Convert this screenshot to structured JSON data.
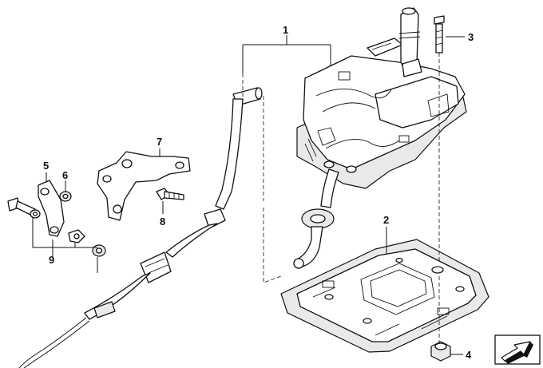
{
  "callouts": {
    "c1": "1",
    "c2": "2",
    "c3": "3",
    "c4": "4",
    "c5": "5",
    "c6": "6",
    "c7": "7",
    "c8": "8",
    "c9": "9"
  },
  "colors": {
    "ink": "#111111",
    "part_fill": "#ffffff",
    "shade": "#e9e9e9"
  },
  "icons": {
    "corner_arrow": "direction-arrow-icon"
  }
}
